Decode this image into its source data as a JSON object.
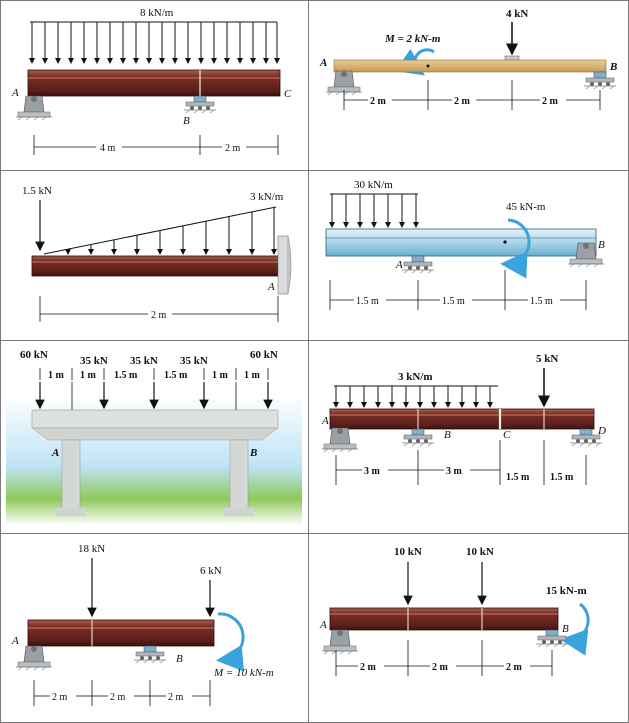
{
  "p1": {
    "load": "8 kN/m",
    "A": "A",
    "B": "B",
    "C": "C",
    "d1": "4 m",
    "d2": "2 m"
  },
  "p2": {
    "force": "4 kN",
    "moment": "M = 2 kN-m",
    "A": "A",
    "B": "B",
    "d1": "2 m",
    "d2": "2 m",
    "d3": "2 m"
  },
  "p3": {
    "force": "1.5 kN",
    "load": "3 kN/m",
    "A": "A",
    "d1": "2 m"
  },
  "p4": {
    "load": "30 kN/m",
    "moment": "45 kN-m",
    "A": "A",
    "B": "B",
    "d1": "1.5 m",
    "d2": "1.5 m",
    "d3": "1.5 m"
  },
  "p5": {
    "f1": "60 kN",
    "f2": "35 kN",
    "f3": "35 kN",
    "f4": "35 kN",
    "f5": "60 kN",
    "s1": "1 m",
    "s2": "1 m",
    "s3": "1.5 m",
    "s4": "1.5 m",
    "s5": "1 m",
    "s6": "1 m",
    "A": "A",
    "B": "B"
  },
  "p6": {
    "load": "3 kN/m",
    "force": "5 kN",
    "A": "A",
    "B": "B",
    "C": "C",
    "D": "D",
    "d1": "3 m",
    "d2": "3 m",
    "d3": "1.5 m",
    "d4": "1.5 m"
  },
  "p7": {
    "f1": "18 kN",
    "f2": "6 kN",
    "moment": "M = 10 kN-m",
    "A": "A",
    "B": "B",
    "d1": "2 m",
    "d2": "2 m",
    "d3": "2 m"
  },
  "p8": {
    "f1": "10 kN",
    "f2": "10 kN",
    "moment": "15 kN-m",
    "A": "A",
    "B": "B",
    "d1": "2 m",
    "d2": "2 m",
    "d3": "2 m"
  },
  "colors": {
    "beam_dark": "#5a1f1a",
    "beam_mid": "#8a3a30",
    "beam_light": "#a85a4a",
    "wood": "#d9b97a",
    "blue_beam": "#b8dcef",
    "arrow_blue": "#3aa3dd"
  }
}
